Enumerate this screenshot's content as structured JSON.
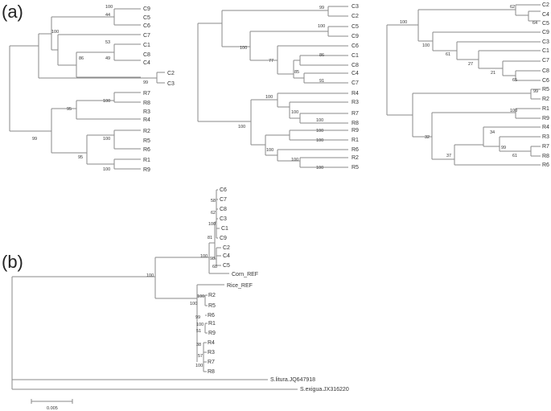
{
  "panels": [
    {
      "label": "(a)"
    },
    {
      "label": "(b)"
    }
  ],
  "tree_a1": {
    "leaves": [
      "C9",
      "C5",
      "C6",
      "C7",
      "C1",
      "C8",
      "C4",
      "C2",
      "C3",
      "R7",
      "R8",
      "R3",
      "R4",
      "R2",
      "R5",
      "R6",
      "R1",
      "R9"
    ],
    "bootstrap": [
      "100",
      "44",
      "100",
      "53",
      "49",
      "86",
      "99",
      "100",
      "95",
      "100",
      "99",
      "95",
      "100"
    ]
  },
  "tree_a2": {
    "leaves": [
      "C3",
      "C2",
      "C5",
      "C9",
      "C6",
      "C1",
      "C8",
      "C4",
      "C7",
      "R4",
      "R3",
      "R7",
      "R8",
      "R9",
      "R1",
      "R6",
      "R2",
      "R5"
    ],
    "bootstrap": [
      "99",
      "100",
      "100",
      "86",
      "91",
      "85",
      "77",
      "100",
      "100",
      "100",
      "100",
      "100",
      "100",
      "100",
      "100",
      "100"
    ]
  },
  "tree_a3": {
    "leaves": [
      "C2",
      "C4",
      "C5",
      "C9",
      "C3",
      "C1",
      "C7",
      "C8",
      "C6",
      "R5",
      "R2",
      "R1",
      "R9",
      "R4",
      "R3",
      "R7",
      "R8",
      "R6"
    ],
    "bootstrap": [
      "62",
      "64",
      "100",
      "100",
      "61",
      "27",
      "21",
      "65",
      "99",
      "100",
      "34",
      "99",
      "61",
      "37",
      "32"
    ]
  },
  "tree_b": {
    "leaves": [
      "C6",
      "C7",
      "C8",
      "C3",
      "C1",
      "C9",
      "C2",
      "C4",
      "C5",
      "Corn_REF",
      "Rice_REF",
      "R2",
      "R5",
      "R6",
      "R1",
      "R9",
      "R4",
      "R3",
      "R7",
      "R8",
      "S.litura.JQ647918",
      "S.exigua.JX316220"
    ],
    "bootstrap": [
      "58",
      "62",
      "100",
      "81",
      "98",
      "68",
      "100",
      "100",
      "100",
      "100",
      "99",
      "100",
      "51",
      "38",
      "57",
      "100"
    ],
    "scale_label": "0.005"
  }
}
